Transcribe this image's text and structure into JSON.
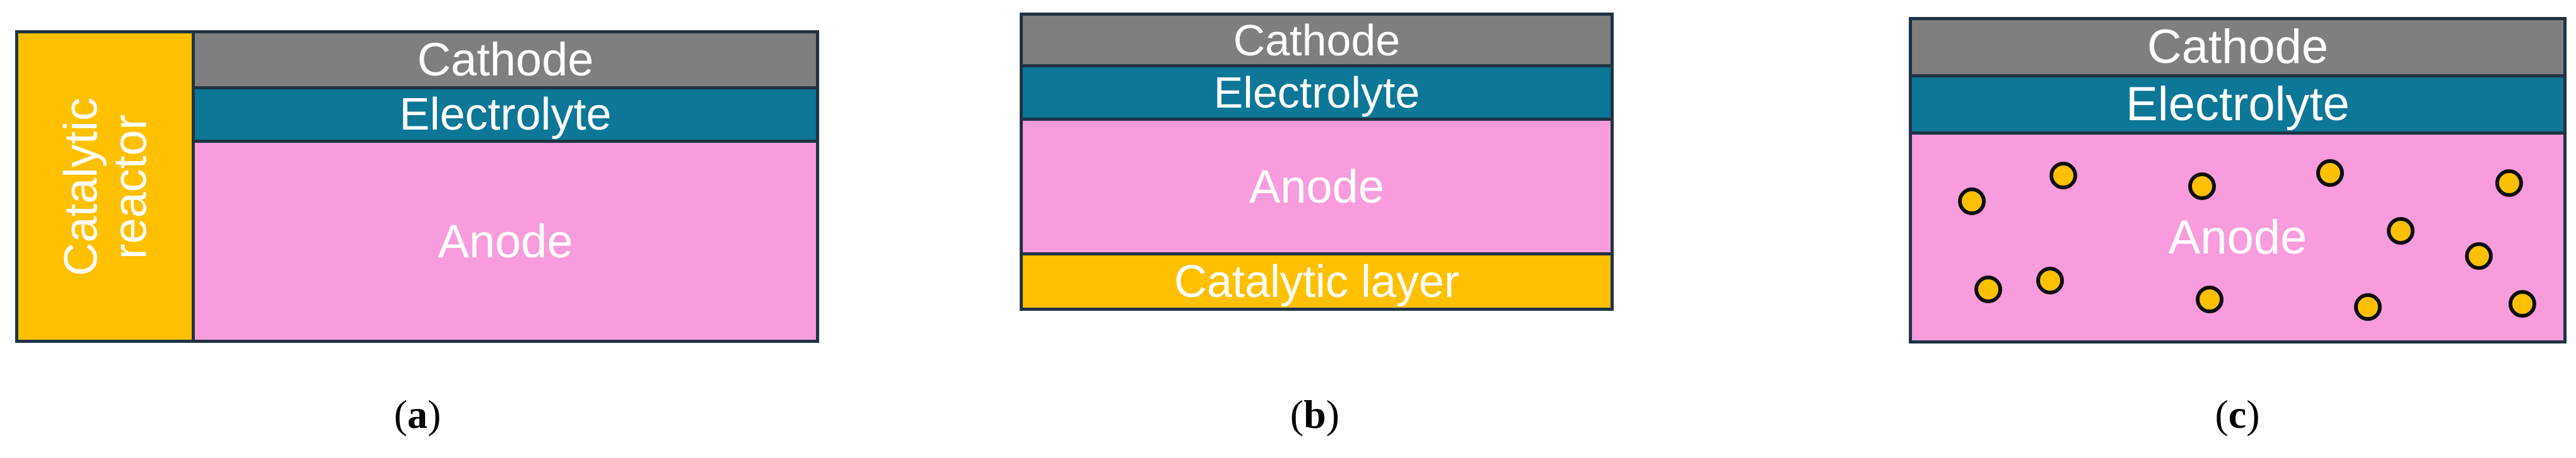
{
  "panel_a": {
    "reactor_label": "Catalytic\nreactor",
    "cathode": "Cathode",
    "electrolyte": "Electrolyte",
    "anode": "Anode",
    "caption": {
      "open": "(",
      "letter": "a",
      "close": ")"
    }
  },
  "panel_b": {
    "cathode": "Cathode",
    "electrolyte": "Electrolyte",
    "anode": "Anode",
    "catalytic_layer": "Catalytic layer",
    "caption": {
      "open": "(",
      "letter": "b",
      "close": ")"
    }
  },
  "panel_c": {
    "cathode": "Cathode",
    "electrolyte": "Electrolyte",
    "anode": "Anode",
    "particle_count": 12,
    "caption": {
      "open": "(",
      "letter": "c",
      "close": ")"
    }
  },
  "colors": {
    "cathode": "#7f7f7f",
    "electrolyte": "#0c7796",
    "anode": "#f89cdd",
    "catalytic": "#ffc000",
    "outline": "#1f3344",
    "text": "#ffffff"
  }
}
